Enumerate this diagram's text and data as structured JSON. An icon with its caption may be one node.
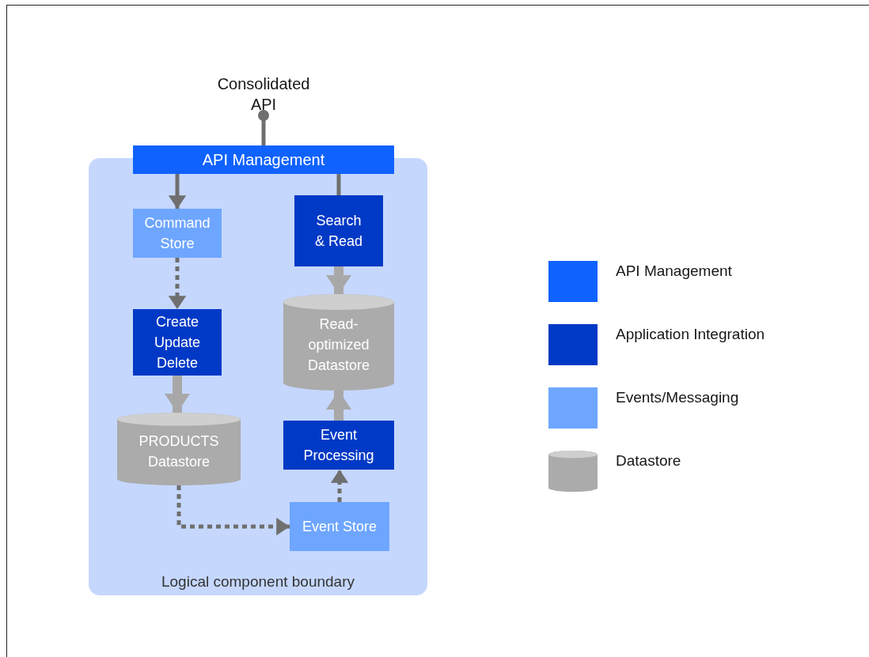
{
  "diagram": {
    "nodes": [
      {
        "text": [
          "Consolidated API"
        ]
      },
      {
        "text": [
          "Logical component boundary"
        ]
      },
      {
        "text": [
          "API Management"
        ]
      },
      {
        "text": [
          "Command Store"
        ],
        "in": 1
      },
      {
        "text": [
          "Search & Read"
        ],
        "in": 1
      },
      {
        "text": [
          "Create Update Delete"
        ],
        "in": 1
      },
      {
        "text": [
          "Read-optimized Datastore"
        ],
        "in": 1
      },
      {
        "text": [
          "PRODUCTS Datastore"
        ],
        "in": 1
      },
      {
        "text": [
          "Event Processing"
        ],
        "in": 1
      },
      {
        "text": [
          "Event Store"
        ],
        "in": 1
      }
    ],
    "edges": [
      {
        "from": 2,
        "to": 0,
        "arrow": "other"
      },
      {
        "from": 2,
        "to": 3,
        "arrow": "to"
      },
      {
        "from": 2,
        "to": 4,
        "arrow": "none"
      },
      {
        "from": 3,
        "to": 5,
        "arrow": "to",
        "style": "dashed"
      },
      {
        "from": 4,
        "to": 6,
        "arrow": "to",
        "style": "thick",
        "color": "#a8a8a8"
      },
      {
        "from": 5,
        "to": 7,
        "arrow": "to",
        "style": "thick",
        "color": "#a8a8a8"
      },
      {
        "from": 7,
        "to": 9,
        "arrow": "to",
        "style": "dashed"
      },
      {
        "from": 9,
        "to": 8,
        "arrow": "to",
        "style": "dashed"
      },
      {
        "from": 8,
        "to": 6,
        "arrow": "to",
        "style": "thick",
        "color": "#a8a8a8"
      }
    ],
    "legend": [
      {
        "text": "API Management",
        "color": "#0f62fe"
      },
      {
        "text": "Application Integration",
        "color": "#0039c6"
      },
      {
        "text": "Events/Messaging",
        "color": "#6ea6ff"
      },
      {
        "text": "Datastore"
      }
    ]
  }
}
